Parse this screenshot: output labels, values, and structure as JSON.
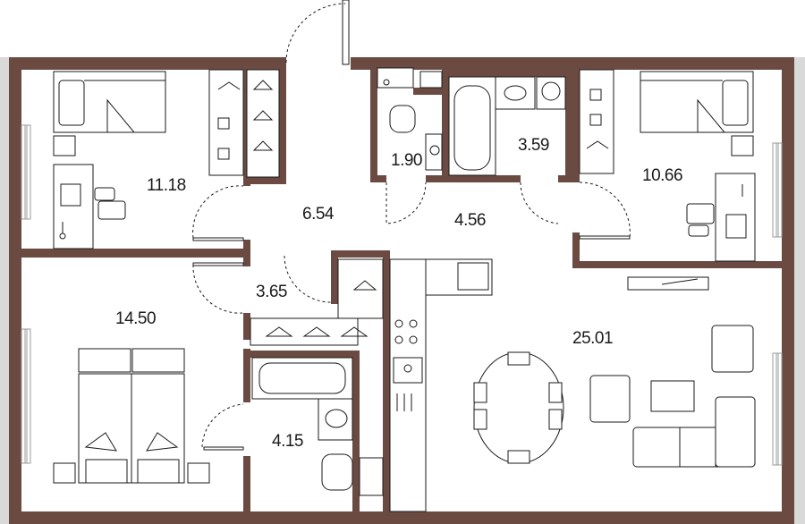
{
  "plan": {
    "rooms": [
      {
        "id": "bedroom-1",
        "area": "11.18"
      },
      {
        "id": "corridor",
        "area": "6.54"
      },
      {
        "id": "wc",
        "area": "1.90"
      },
      {
        "id": "bathroom-1",
        "area": "3.59"
      },
      {
        "id": "hall",
        "area": "4.56"
      },
      {
        "id": "bedroom-2",
        "area": "10.66"
      },
      {
        "id": "wardrobe",
        "area": "3.65"
      },
      {
        "id": "bedroom-3",
        "area": "14.50"
      },
      {
        "id": "kitchen-living",
        "area": "25.01"
      },
      {
        "id": "bathroom-2",
        "area": "4.15"
      }
    ]
  },
  "colors": {
    "wall": "#6b4a42",
    "line": "#1a1a1a",
    "window": "#9a9a9a",
    "background": "#ffffff"
  }
}
